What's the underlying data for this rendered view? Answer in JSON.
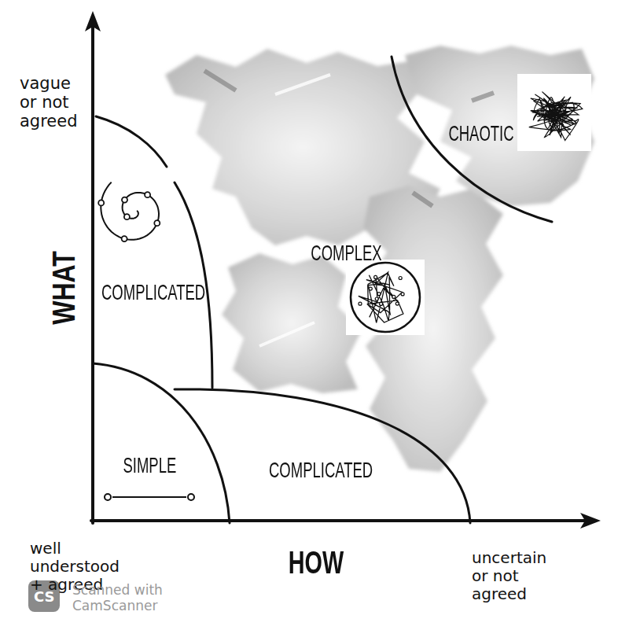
{
  "diagram": {
    "nodes": [
      {
        "text": [
          "CHAOTIC"
        ]
      },
      {
        "text": [
          "COMPLICATED"
        ]
      },
      {
        "text": [
          "COMPLEX"
        ]
      },
      {
        "text": [
          "SIMPLE"
        ]
      },
      {
        "text": [
          "COMPLICATED"
        ]
      }
    ],
    "labels": [
      "vague or not agreed",
      "WHAT",
      "well understood + agreed",
      "HOW",
      "uncertain or not agreed",
      "CS",
      "Scanned with CamScanner"
    ]
  }
}
